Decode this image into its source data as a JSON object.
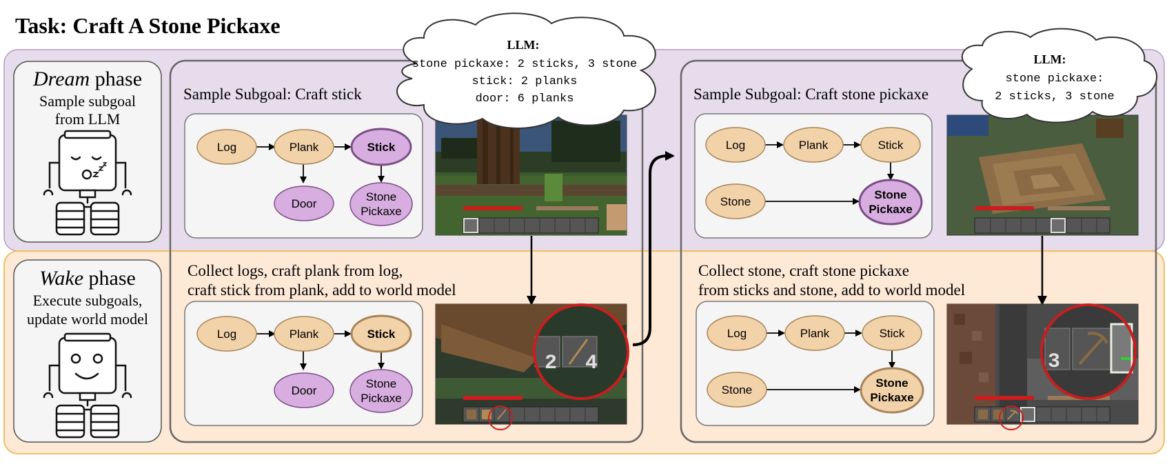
{
  "title": "Task: Craft A Stone Pickaxe",
  "colors": {
    "dream_band": "#e6dceb",
    "wake_band": "#fde9d6",
    "purple_node": "#d8aee0",
    "purple_stroke": "#7a4d86",
    "tan_node": "#f2d2a9",
    "tan_stroke": "#a78458",
    "highlight_red": "#c81e1e"
  },
  "dream": {
    "title_italic": "Dream",
    "title_rest": " phase",
    "desc_line1": "Sample subgoal",
    "desc_line2": "from LLM",
    "robot_icon": "sleeping-robot"
  },
  "wake": {
    "title_italic": "Wake",
    "title_rest": " phase",
    "desc_line1": "Execute subgoals,",
    "desc_line2": "update world model",
    "robot_icon": "smiling-robot"
  },
  "left_panel": {
    "dream_label": "Sample Subgoal: Craft stick",
    "wake_line1": "Collect logs, craft plank from log,",
    "wake_line2": "craft stick from plank, add to world model",
    "llm_title": "LLM:",
    "llm_lines": [
      "stone pickaxe: 2 sticks, 3 stone",
      "stick: 2 planks",
      "door: 6 planks"
    ],
    "nodes": {
      "log": "Log",
      "plank": "Plank",
      "stick": "Stick",
      "door": "Door",
      "stone_l1": "Stone",
      "stone_l2": "Pickaxe"
    },
    "inventory_counts": [
      "2",
      "4"
    ]
  },
  "right_panel": {
    "dream_label": "Sample Subgoal: Craft stone pickaxe",
    "wake_line1": "Collect stone, craft stone pickaxe",
    "wake_line2": "from sticks and stone, add to world model",
    "llm_title": "LLM:",
    "llm_lines": [
      "stone pickaxe:",
      "2 sticks, 3 stone"
    ],
    "nodes": {
      "log": "Log",
      "plank": "Plank",
      "stick": "Stick",
      "stone": "Stone",
      "pick_l1": "Stone",
      "pick_l2": "Pickaxe"
    },
    "inventory_counts": [
      "3"
    ]
  }
}
